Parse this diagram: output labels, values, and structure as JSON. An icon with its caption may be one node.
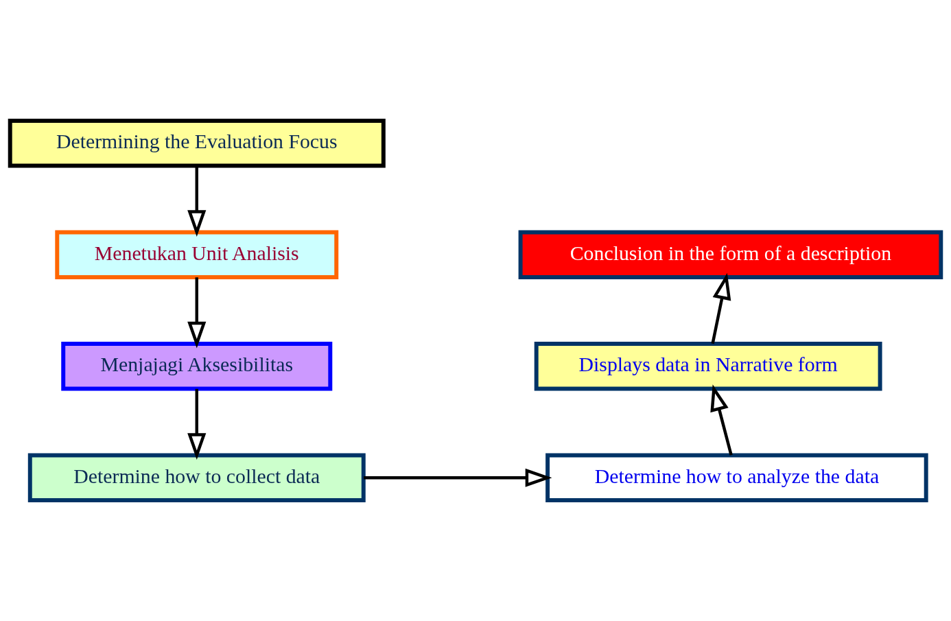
{
  "diagram": {
    "nodes": [
      {
        "text": [
          "Determining the Evaluation Focus"
        ]
      },
      {
        "text": [
          "Menetukan Unit Analisis"
        ]
      },
      {
        "text": [
          "Menjajagi Aksesibilitas"
        ]
      },
      {
        "text": [
          "Determine how to collect data"
        ]
      },
      {
        "text": [
          "Determine how to analyze the data"
        ]
      },
      {
        "text": [
          "Displays data in Narrative form"
        ]
      },
      {
        "text": [
          "Conclusion in the form of a description"
        ]
      }
    ],
    "edges": [
      {
        "from": 0,
        "to": 1,
        "arrow": "to"
      },
      {
        "from": 1,
        "to": 2,
        "arrow": "to"
      },
      {
        "from": 2,
        "to": 3,
        "arrow": "to"
      },
      {
        "from": 3,
        "to": 4,
        "arrow": "to"
      },
      {
        "from": 4,
        "to": 5,
        "arrow": "to"
      },
      {
        "from": 5,
        "to": 6,
        "arrow": "to"
      }
    ]
  }
}
